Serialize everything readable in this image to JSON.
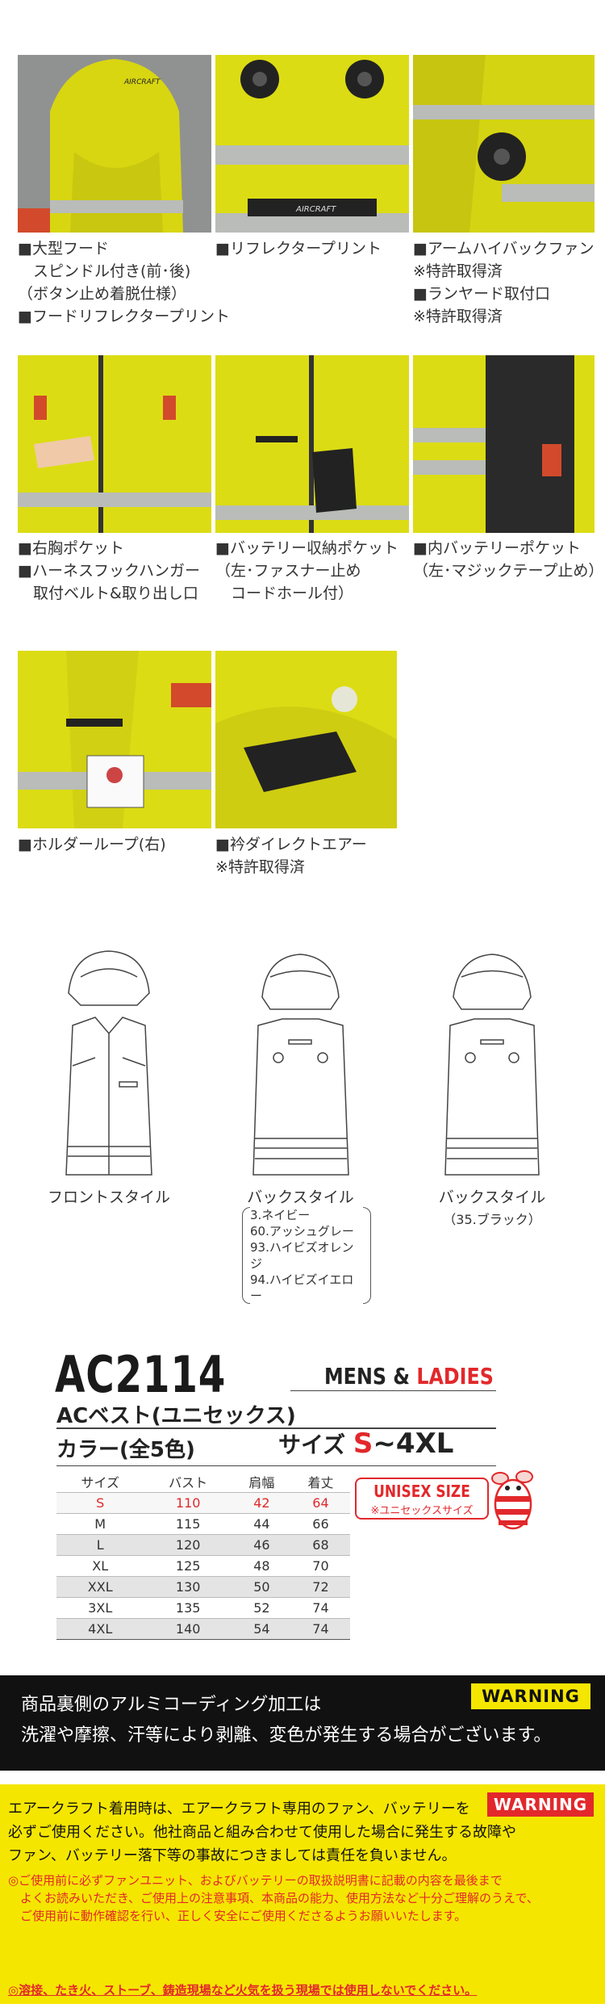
{
  "features": [
    {
      "id": "hood",
      "lines": [
        "■大型フード",
        "　スピンドル付き(前･後)",
        "（ボタン止め着脱仕様）",
        "■フードリフレクタープリント"
      ]
    },
    {
      "id": "reflector",
      "lines": [
        "■リフレクタープリント"
      ]
    },
    {
      "id": "arm-fan",
      "lines": [
        "■アームハイバックファン",
        "※特許取得済",
        "■ランヤード取付口",
        "※特許取得済"
      ]
    },
    {
      "id": "chest-pocket",
      "lines": [
        "■右胸ポケット",
        "■ハーネスフックハンガー",
        "　取付ベルト&取り出し口"
      ]
    },
    {
      "id": "battery-pocket",
      "lines": [
        "■バッテリー収納ポケット",
        "（左･ファスナー止め",
        "　コードホール付）"
      ]
    },
    {
      "id": "inner-pocket",
      "lines": [
        "■内バッテリーポケット",
        "（左･マジックテープ止め）"
      ]
    },
    {
      "id": "holder-loop",
      "lines": [
        "■ホルダーループ(右)"
      ]
    },
    {
      "id": "collar-air",
      "lines": [
        "■衿ダイレクトエアー",
        "※特許取得済"
      ]
    }
  ],
  "photo_marks": {
    "brand_print": "AIRCRAFT"
  },
  "styles": {
    "front": "フロントスタイル",
    "back1": "バックスタイル",
    "back1_colors": [
      "3.ネイビー",
      "60.アッシュグレー",
      "93.ハイビズオレンジ",
      "94.ハイビズイエロー"
    ],
    "back2": "バックスタイル",
    "back2_colors": "（35.ブラック）"
  },
  "product": {
    "model": "AC2114",
    "mens": "MENS",
    "amp": "&",
    "ladies": "LADIES",
    "name": "ACベスト(ユニセックス)",
    "color_count": "カラー(全5色)",
    "size_label": "サイズ",
    "size_from": "S",
    "size_to": "~4XL"
  },
  "size_table": {
    "headers": [
      "サイズ",
      "バスト",
      "肩幅",
      "着丈"
    ],
    "rows": [
      [
        "S",
        "110",
        "42",
        "64"
      ],
      [
        "M",
        "115",
        "44",
        "66"
      ],
      [
        "L",
        "120",
        "46",
        "68"
      ],
      [
        "XL",
        "125",
        "48",
        "70"
      ],
      [
        "XXL",
        "130",
        "50",
        "72"
      ],
      [
        "3XL",
        "135",
        "52",
        "74"
      ],
      [
        "4XL",
        "140",
        "54",
        "74"
      ]
    ]
  },
  "unisex_badge": {
    "title": "UNISEX SIZE",
    "subtitle": "※ユニセックスサイズ"
  },
  "warning1": {
    "tag": "WARNING",
    "lines": [
      "商品裏側のアルミコーディング加工は",
      "洗濯や摩擦、汗等により剥離、変色が発生する場合がございます。"
    ]
  },
  "warning2": {
    "tag": "WARNING",
    "lines": [
      "エアークラフト着用時は、エアークラフト専用のファン、バッテリーを",
      "必ずご使用ください。他社商品と組み合わせて使用した場合に発生する故障や",
      "ファン、バッテリー落下等の事故につきましては責任を負いません。"
    ],
    "notes": [
      "◎ご使用前に必ずファンユニット、およびバッテリーの取扱説明書に記載の内容を最後まで",
      "　よくお読みいただき、ご使用上の注意事項、本商品の能力、使用方法など十分ご理解のうえで、",
      "　ご使用前に動作確認を行い、正しく安全にご使用くださるようお願いいたします。"
    ],
    "final": "◎溶接、たき火、ストーブ、鋳造現場など火気を扱う現場では使用しないでください。"
  },
  "colors": {
    "hivis": "#dcdc14",
    "reflector": "#b9bcb8",
    "red": "#e2282b",
    "warning_yellow": "#f5e600"
  }
}
